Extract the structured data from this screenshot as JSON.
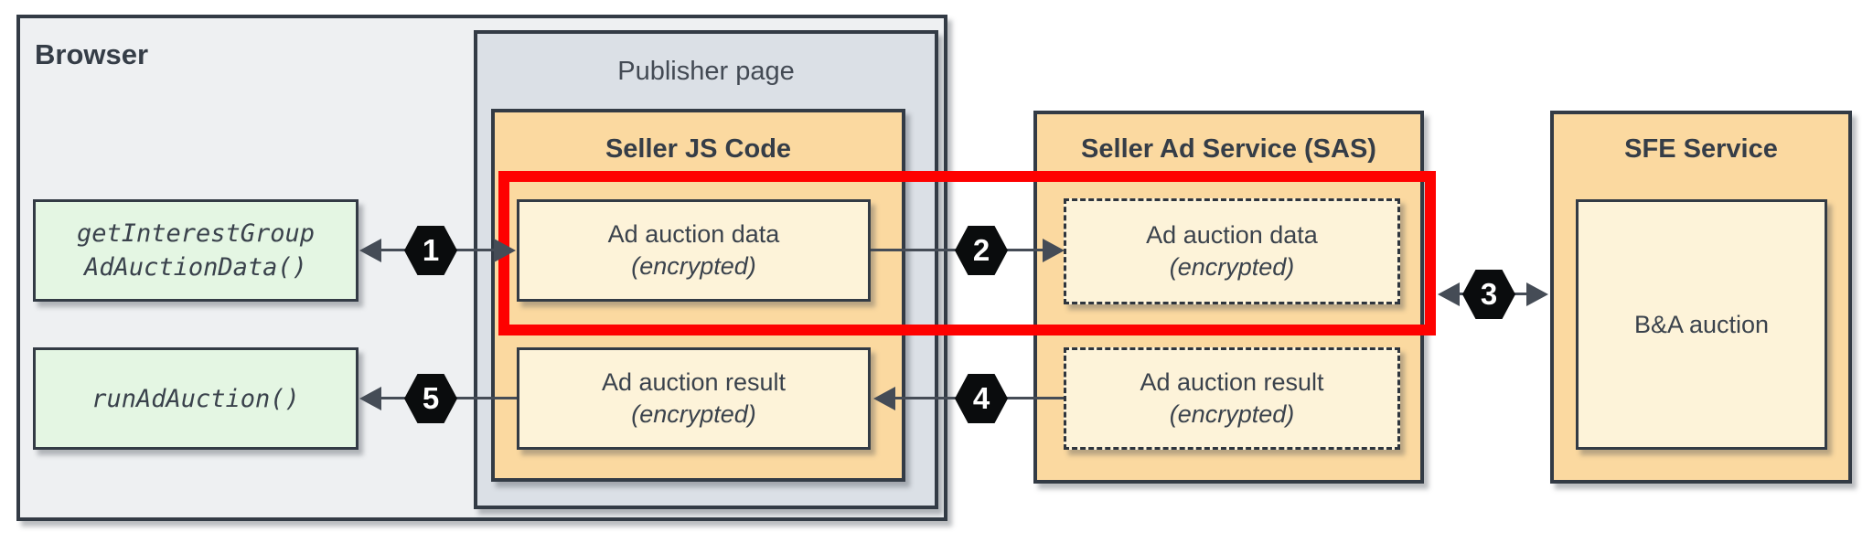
{
  "colors": {
    "border_dark": "#333b45",
    "red_highlight": "#fe0100",
    "browser_bg": "#eef0f2",
    "publisher_bg": "#dbe0e6",
    "service_bg": "#fbd9a0",
    "payload_bg": "#fdf3d9",
    "api_bg": "#e4f6e3",
    "hexagon_bg": "#0a0c0d",
    "text": "#3a424c"
  },
  "browser": {
    "title": "Browser"
  },
  "publisher": {
    "title": "Publisher page"
  },
  "seller_js": {
    "title": "Seller JS Code",
    "data_box": {
      "line1": "Ad auction data",
      "line2": "(encrypted)"
    },
    "result_box": {
      "line1": "Ad auction result",
      "line2": "(encrypted)"
    }
  },
  "sas": {
    "title": "Seller Ad Service (SAS)",
    "data_box": {
      "line1": "Ad auction data",
      "line2": "(encrypted)"
    },
    "result_box": {
      "line1": "Ad auction result",
      "line2": "(encrypted)"
    }
  },
  "sfe": {
    "title": "SFE Service",
    "auction_box": "B&A auction"
  },
  "api": {
    "get_interest_group": {
      "line1": "getInterestGroup",
      "line2": "AdAuctionData()"
    },
    "run_ad_auction": "runAdAuction()"
  },
  "steps": {
    "s1": "1",
    "s2": "2",
    "s3": "3",
    "s4": "4",
    "s5": "5"
  }
}
